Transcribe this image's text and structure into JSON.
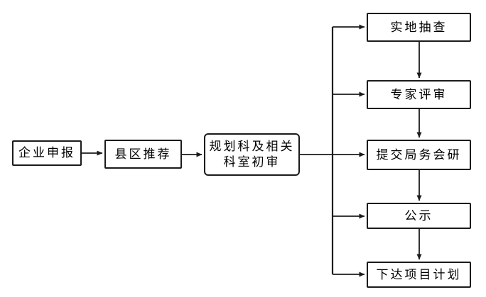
{
  "flowchart": {
    "type": "flowchart",
    "nodes": {
      "enterprise": {
        "label": "企业申报"
      },
      "county": {
        "label": "县区推荐"
      },
      "review": {
        "label": "规划科及相关\n科室初审"
      },
      "spotcheck": {
        "label": "实地抽查"
      },
      "expert": {
        "label": "专家评审"
      },
      "bureau": {
        "label": "提交局务会研"
      },
      "publicity": {
        "label": "公示"
      },
      "plan": {
        "label": "下达项目计划"
      }
    },
    "edges": [
      {
        "from": "企业申报",
        "to": "县区推荐"
      },
      {
        "from": "县区推荐",
        "to": "规划科及相关科室初审"
      },
      {
        "from": "规划科及相关科室初审",
        "to": "实地抽查"
      },
      {
        "from": "规划科及相关科室初审",
        "to": "专家评审"
      },
      {
        "from": "规划科及相关科室初审",
        "to": "提交局务会研"
      },
      {
        "from": "规划科及相关科室初审",
        "to": "公示"
      },
      {
        "from": "规划科及相关科室初审",
        "to": "下达项目计划"
      },
      {
        "from": "实地抽查",
        "to": "专家评审"
      },
      {
        "from": "专家评审",
        "to": "提交局务会研"
      },
      {
        "from": "提交局务会研",
        "to": "公示"
      },
      {
        "from": "公示",
        "to": "下达项目计划"
      }
    ],
    "colors": {
      "line": "#1b1b1b",
      "box_border": "#1b1b1b",
      "box_fill": "#ffffff",
      "text": "#000000",
      "background": "#ffffff"
    }
  }
}
